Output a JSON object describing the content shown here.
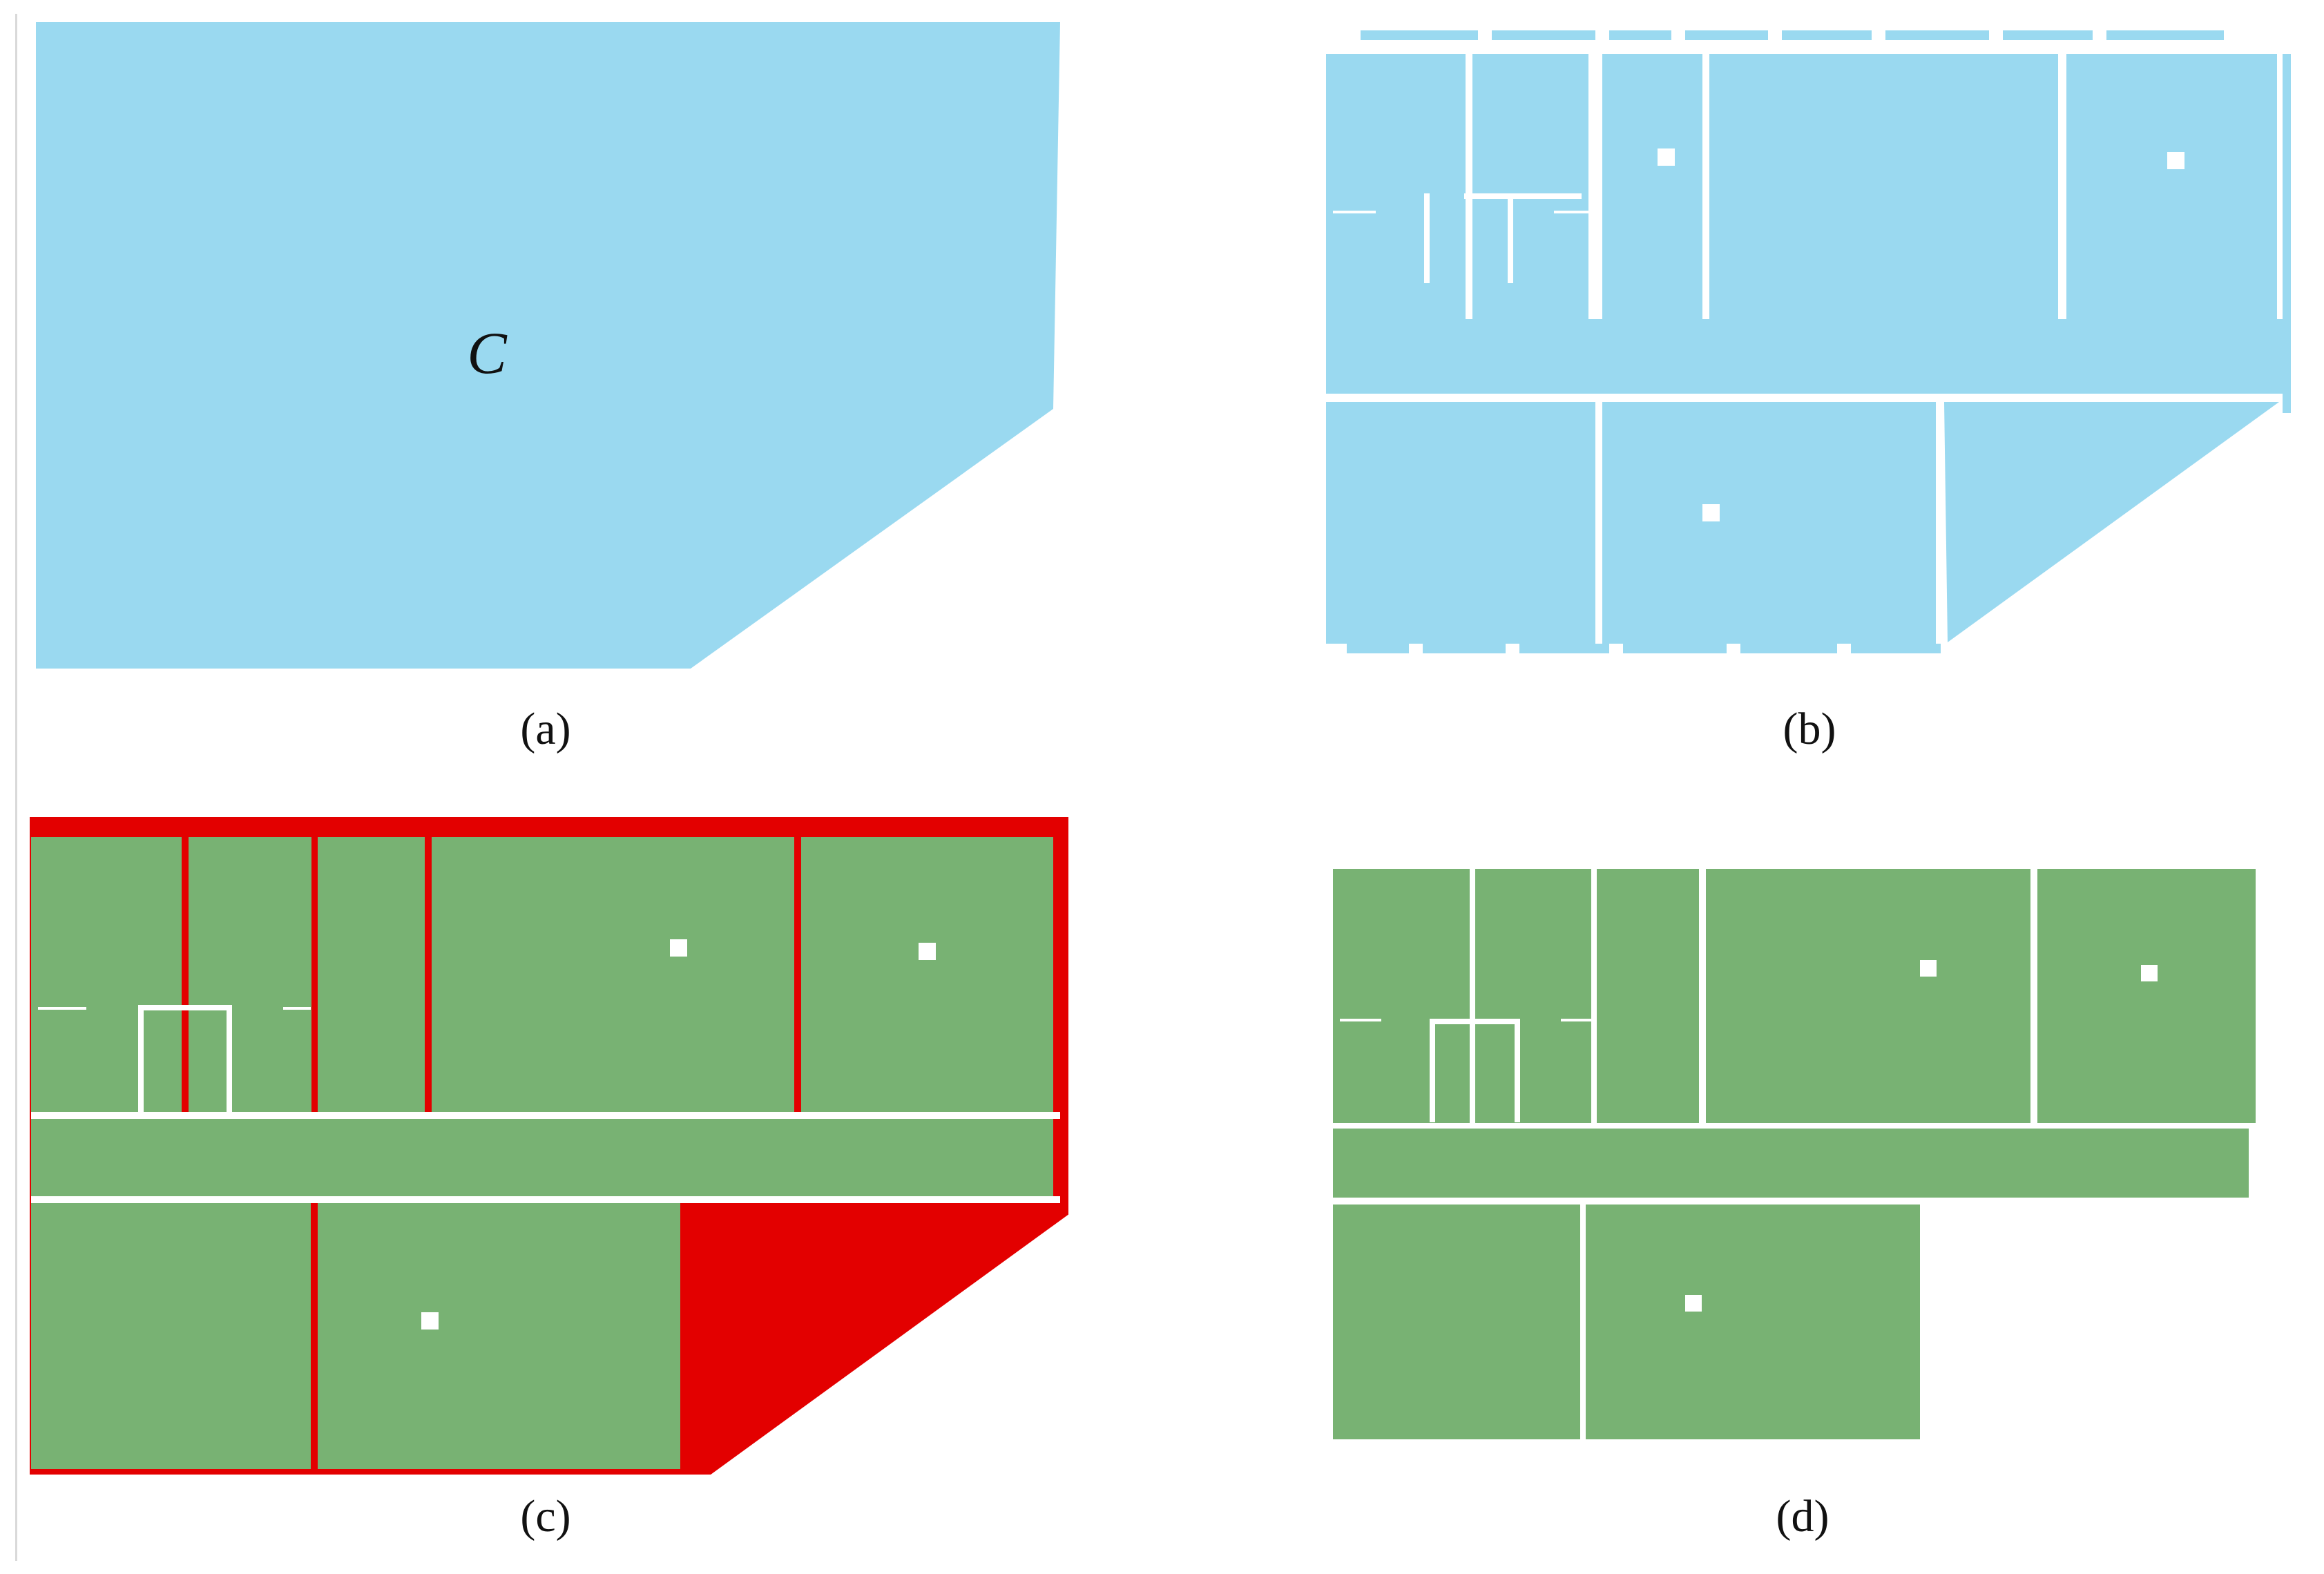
{
  "colors": {
    "blue": "#9ad9f0",
    "green": "#78b273",
    "red": "#e30000",
    "wall": "#ffffff"
  },
  "panels": [
    {
      "id": "a",
      "caption": "(a)",
      "label": "C"
    },
    {
      "id": "b",
      "caption": "(b)"
    },
    {
      "id": "c",
      "caption": "(c)"
    },
    {
      "id": "d",
      "caption": "(d)"
    }
  ]
}
